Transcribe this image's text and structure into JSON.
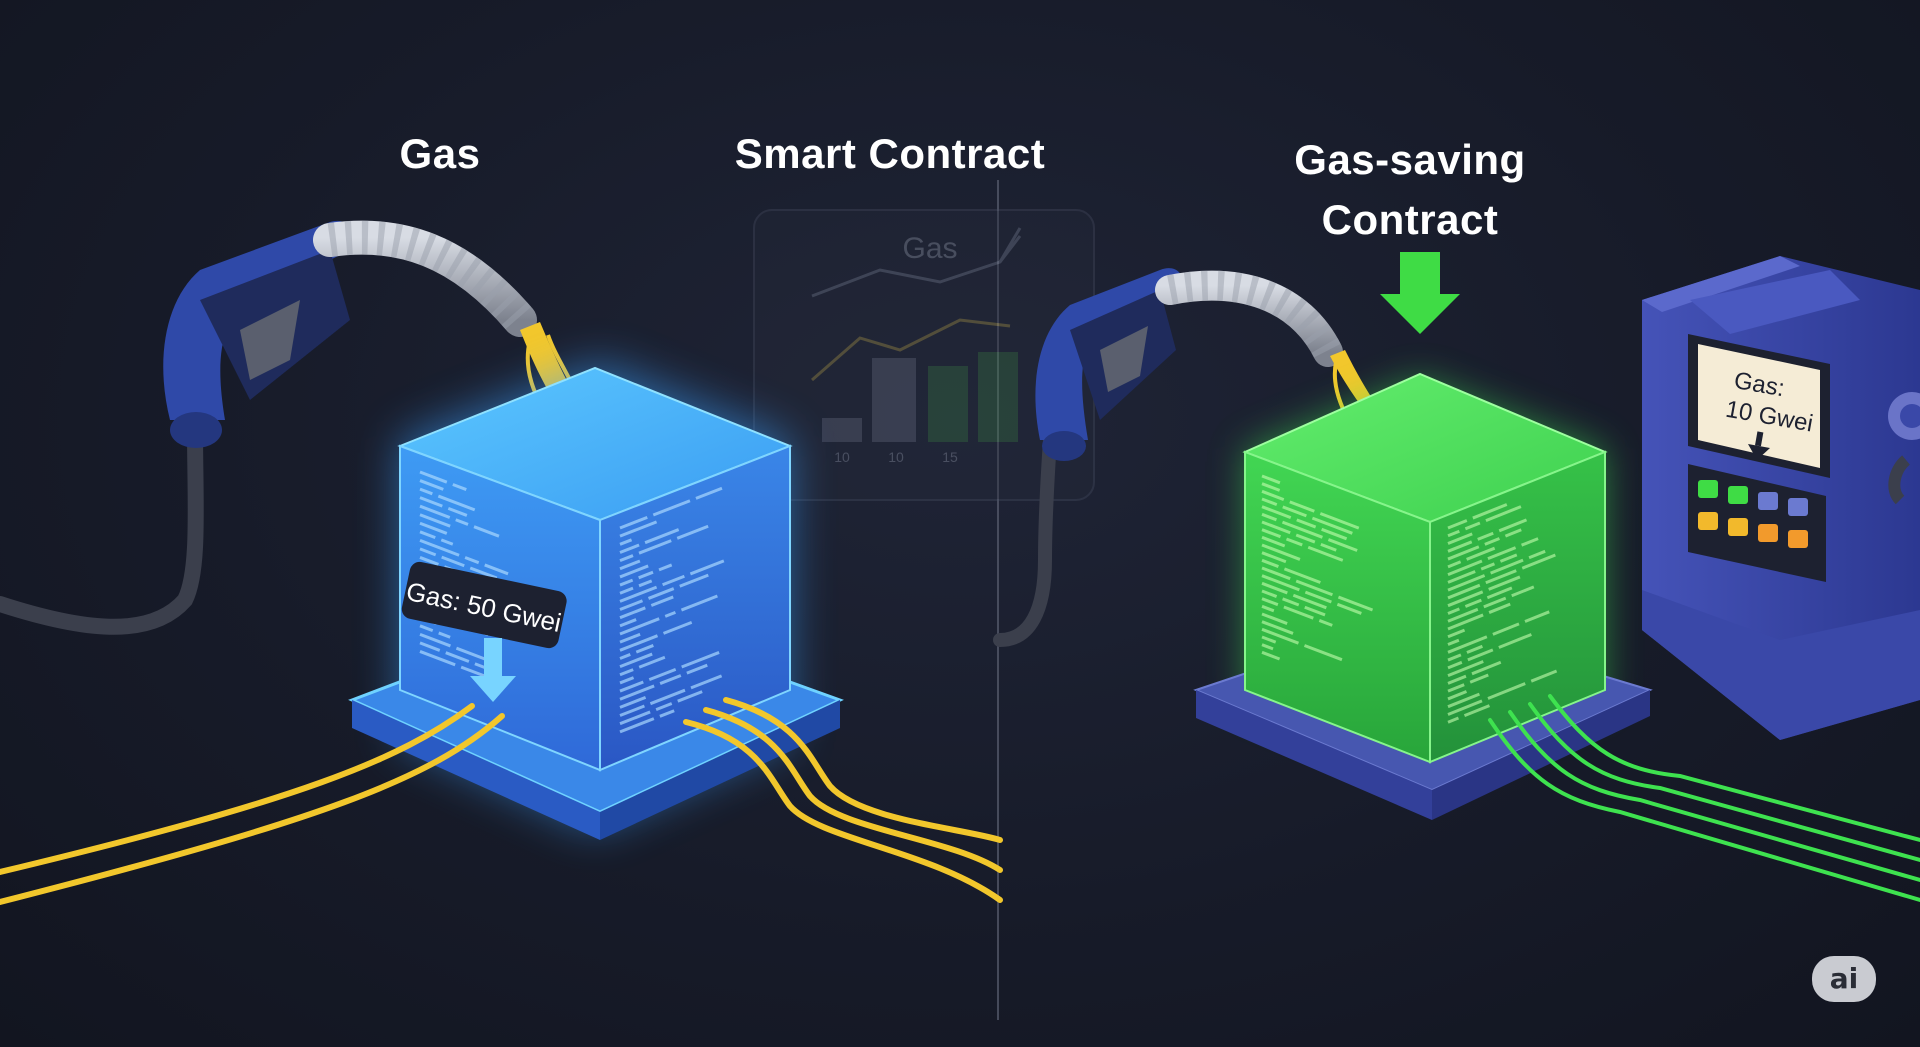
{
  "labels": {
    "gas": "Gas",
    "smart_contract": "Smart Contract",
    "gas_saving_line1": "Gas-saving",
    "gas_saving_line2": "Contract"
  },
  "chart_ghost": {
    "label": "Gas",
    "ticks": [
      "10",
      "10",
      "15"
    ]
  },
  "left_cube": {
    "price_label": "Gas: 50 Gwei"
  },
  "pump_display": {
    "line1": "Gas:",
    "line2": "10 Gwei"
  },
  "badge": "ai",
  "colors": {
    "background": "#171b29",
    "blue_cube": "#3f9ff0",
    "green_cube": "#3ed04f",
    "yellow_lines": "#f2c72c",
    "green_lines": "#3ee24f",
    "nozzle": "#2f49a8",
    "arrow_green": "#3fdc45"
  }
}
